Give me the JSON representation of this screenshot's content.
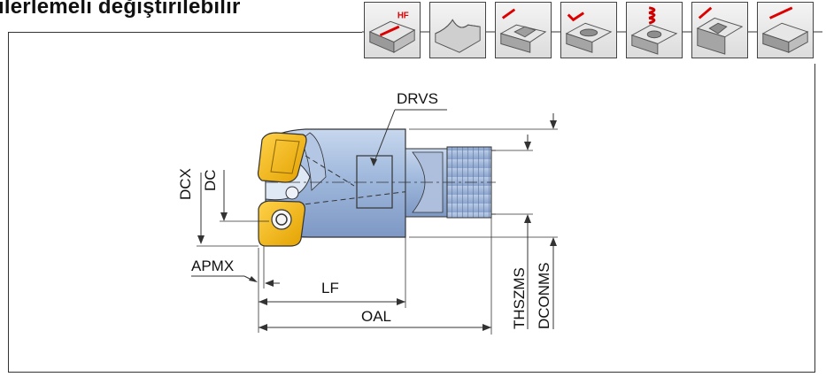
{
  "title": "ilerlemeli değiştirilebilir",
  "applications": [
    {
      "icon": "hf-high-feed-milling-icon",
      "badge": "HF"
    },
    {
      "icon": "profile-milling-icon"
    },
    {
      "icon": "slotting-ramping-icon"
    },
    {
      "icon": "pocket-milling-icon"
    },
    {
      "icon": "helical-interpolation-icon"
    },
    {
      "icon": "side-milling-slot-icon"
    },
    {
      "icon": "face-milling-ramping-icon"
    }
  ],
  "dimensions": {
    "drvs": "DRVS",
    "dcx": "DCX",
    "dc": "DC",
    "apmx": "APMX",
    "lf": "LF",
    "oal": "OAL",
    "thszms": "THSZMS",
    "dconms": "DCONMS"
  }
}
